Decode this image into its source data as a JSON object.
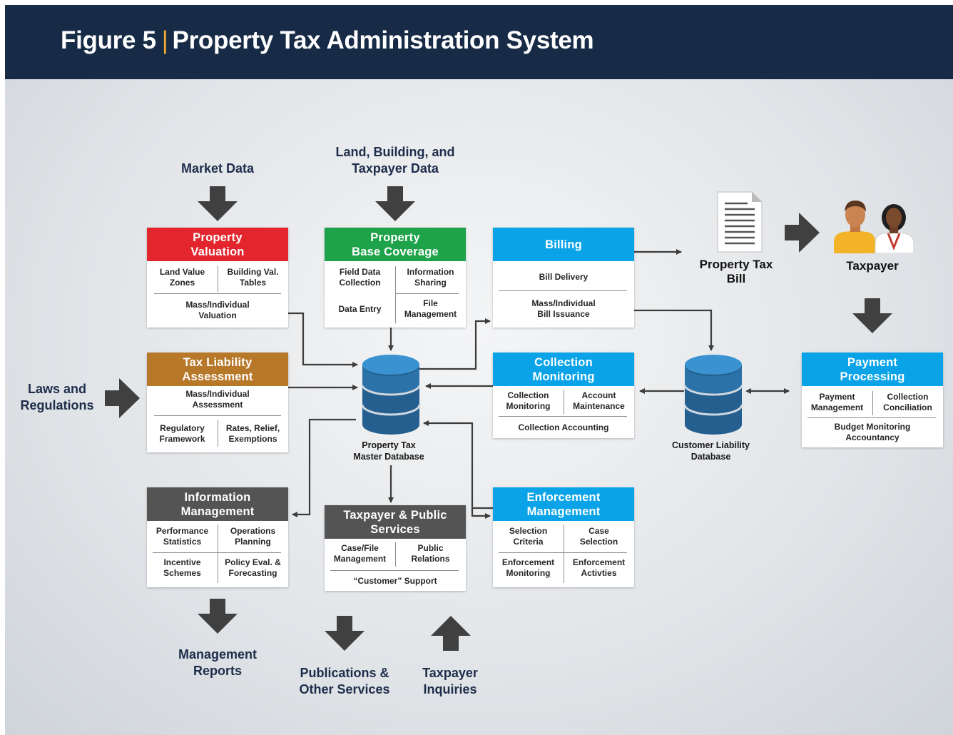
{
  "header": {
    "figure_label": "Figure 5",
    "separator": "|",
    "title": "Property Tax Administration System"
  },
  "inputs": {
    "market_data": "Market Data",
    "land_building_taxpayer": "Land, Building, and\nTaxpayer Data",
    "laws_regulations": "Laws and\nRegulations"
  },
  "outputs": {
    "management_reports": "Management\nReports",
    "publications": "Publications &\nOther Services",
    "taxpayer_inquiries": "Taxpayer\nInquiries",
    "property_tax_bill": "Property Tax\nBill",
    "taxpayer": "Taxpayer"
  },
  "databases": {
    "master": "Property Tax\nMaster Database",
    "customer_liability": "Customer Liability\nDatabase"
  },
  "modules": {
    "valuation": {
      "title": "Property\nValuation",
      "items": [
        "Land Value\nZones",
        "Building Val.\nTables",
        "Mass/Individual\nValuation"
      ]
    },
    "base_coverage": {
      "title": "Property\nBase Coverage",
      "items": [
        "Field Data\nCollection",
        "Information\nSharing",
        "Data Entry",
        "File\nManagement"
      ]
    },
    "billing": {
      "title": "Billing",
      "items": [
        "Bill Delivery",
        "Mass/Individual\nBill Issuance"
      ]
    },
    "tax_liability": {
      "title": "Tax Liability\nAssessment",
      "items": [
        "Mass/Individual\nAssessment",
        "Regulatory\nFramework",
        "Rates, Relief,\nExemptions"
      ]
    },
    "collection_monitoring": {
      "title": "Collection\nMonitoring",
      "items": [
        "Collection\nMonitoring",
        "Account\nMaintenance",
        "Collection Accounting"
      ]
    },
    "payment_processing": {
      "title": "Payment\nProcessing",
      "items": [
        "Payment\nManagement",
        "Collection\nConciliation",
        "Budget Monitoring\nAccountancy"
      ]
    },
    "information_management": {
      "title": "Information\nManagement",
      "items": [
        "Performance\nStatistics",
        "Operations\nPlanning",
        "Incentive\nSchemes",
        "Policy Eval. &\nForecasting"
      ]
    },
    "taxpayer_services": {
      "title": "Taxpayer & Public\nServices",
      "items": [
        "Case/File\nManagement",
        "Public\nRelations",
        "“Customer” Support"
      ]
    },
    "enforcement": {
      "title": "Enforcement\nManagement",
      "items": [
        "Selection\nCriteria",
        "Case\nSelection",
        "Enforcement\nMonitoring",
        "Enforcement\nActivties"
      ]
    }
  },
  "colors": {
    "header_bg": "#172a46",
    "separator": "#f0a830",
    "valuation": "#e3262e",
    "base_coverage": "#1ea34a",
    "blue": "#0aa3e8",
    "tax_liability": "#b8782a",
    "gray_header": "#545454",
    "database": "#2a6fa6",
    "arrow": "#404040"
  },
  "icons": [
    "document-icon",
    "taxpayer-people-icon",
    "database-icon"
  ]
}
